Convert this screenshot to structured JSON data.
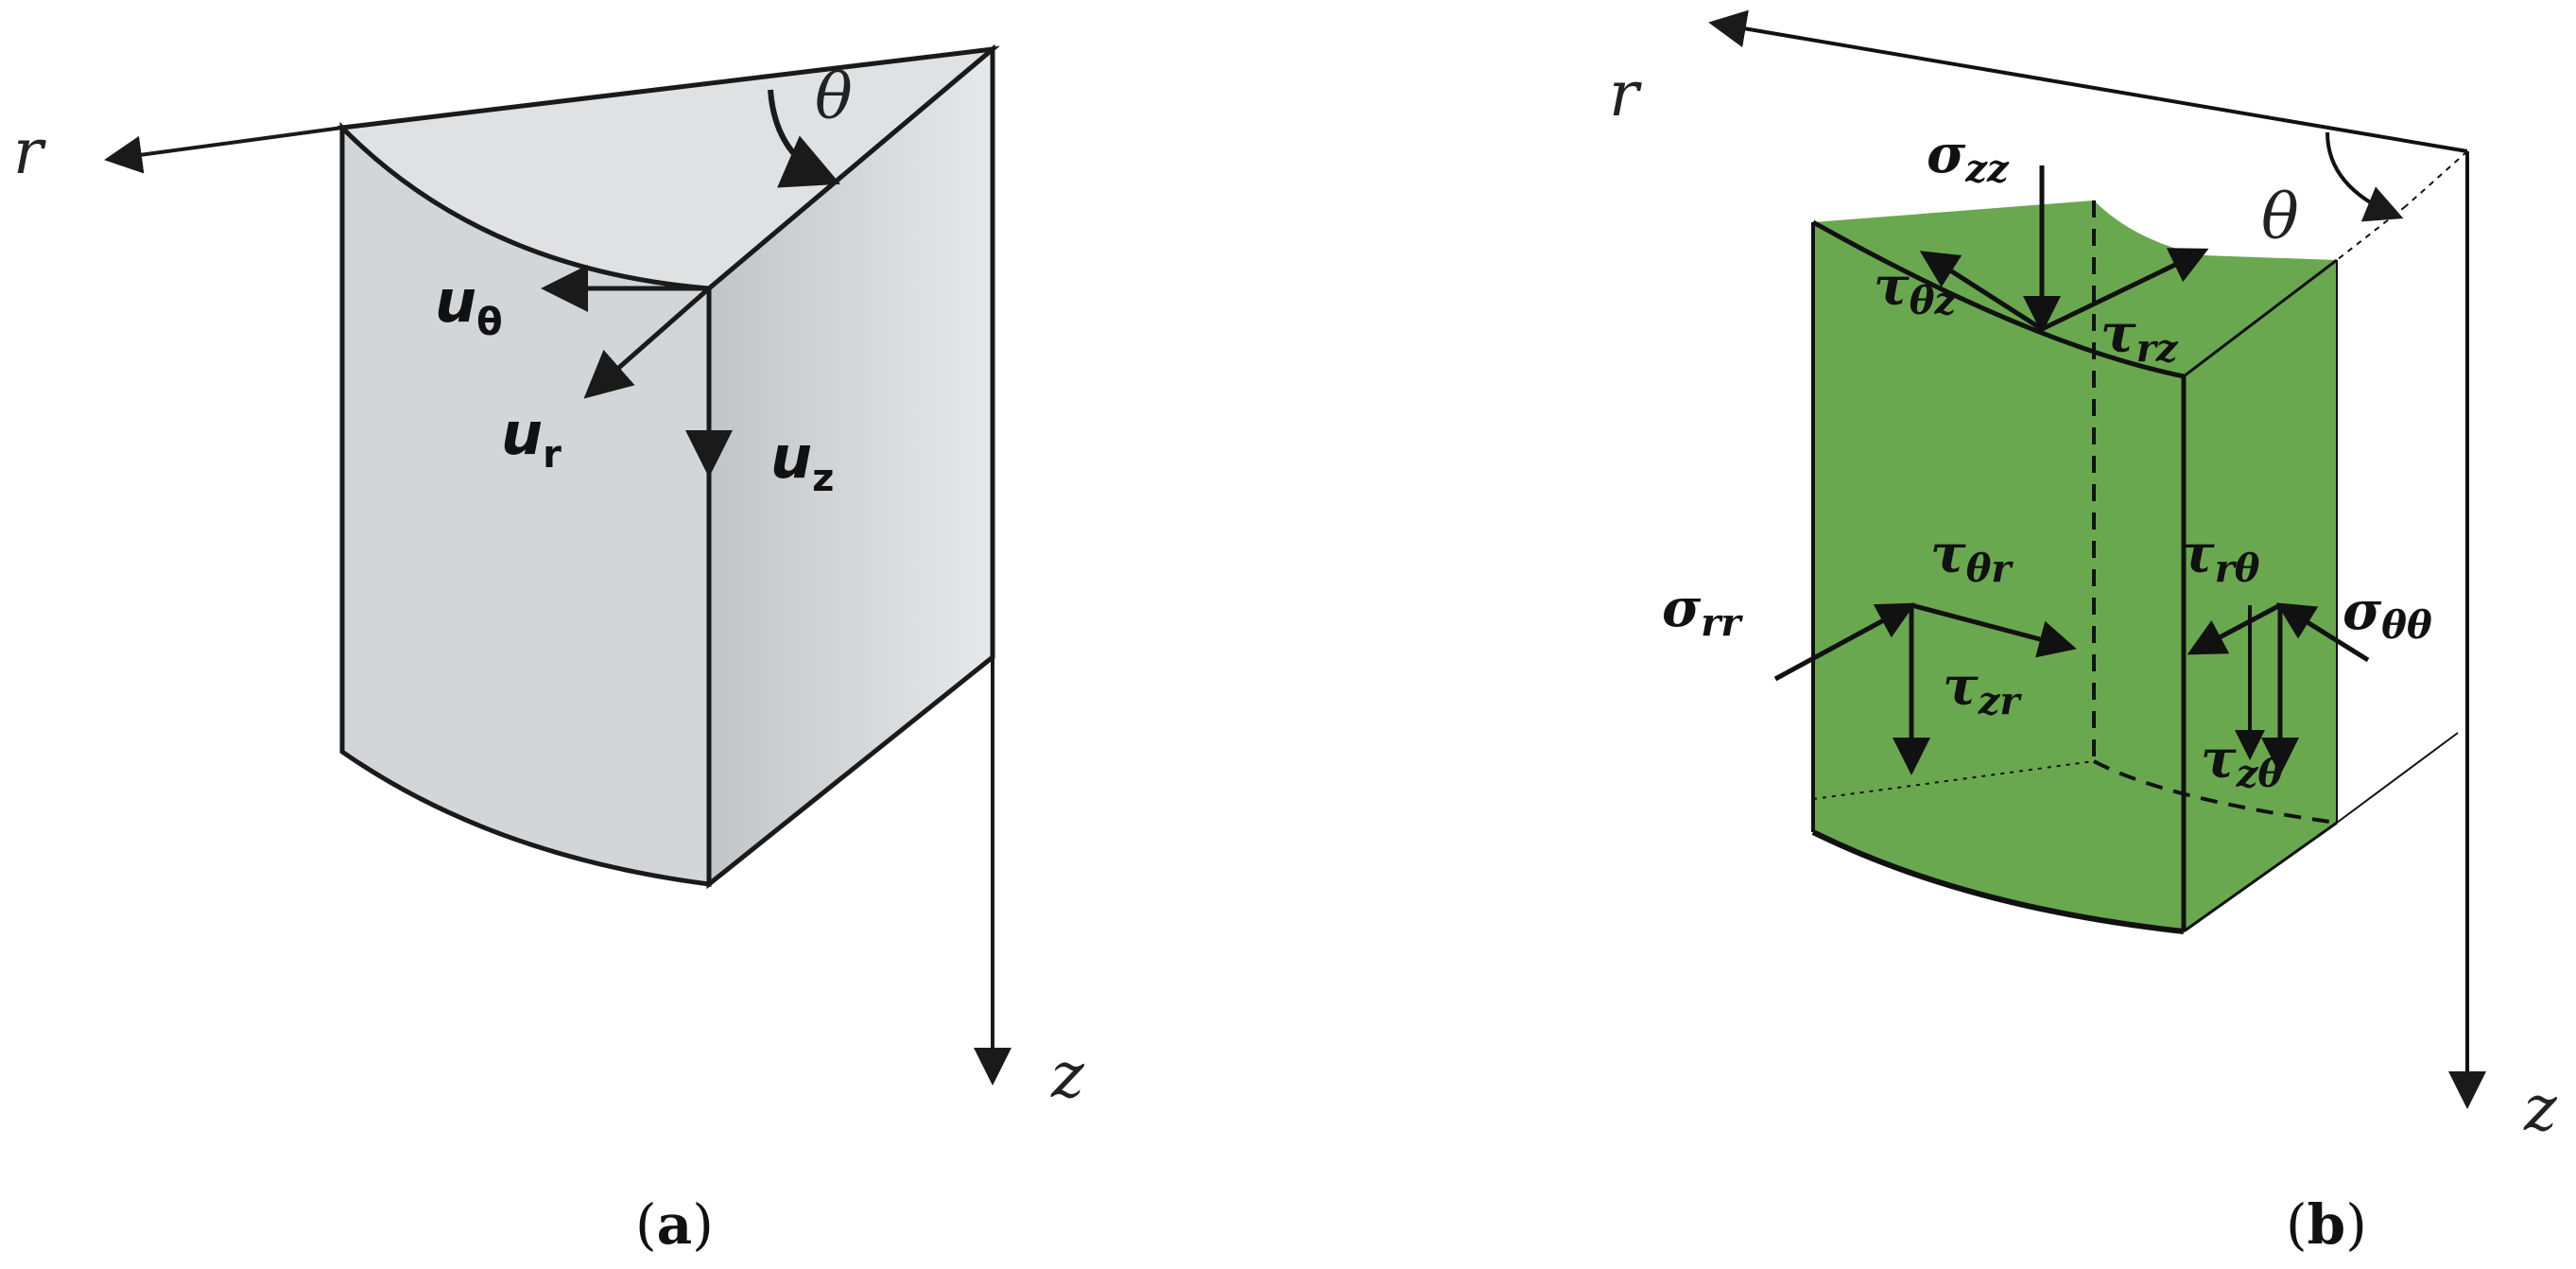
{
  "panel_a": {
    "caption_open": "(",
    "caption_letter": "a",
    "caption_close": ")",
    "axis_r": "r",
    "axis_z": "z",
    "angle": "θ",
    "disp_theta": "u",
    "disp_theta_sub": "θ",
    "disp_r": "u",
    "disp_r_sub": "r",
    "disp_z": "u",
    "disp_z_sub": "z",
    "colors": {
      "face": "#d3d6d8",
      "edge": "#1a1a1a"
    }
  },
  "panel_b": {
    "caption_open": "(",
    "caption_letter": "b",
    "caption_close": ")",
    "axis_r": "r",
    "axis_z": "z",
    "angle": "θ",
    "sigma_zz": "σ",
    "sigma_zz_sub": "zz",
    "tau_thetaz": "τ",
    "tau_thetaz_sub": "θz",
    "tau_rz": "τ",
    "tau_rz_sub": "rz",
    "sigma_rr": "σ",
    "sigma_rr_sub": "rr",
    "tau_thetar": "τ",
    "tau_thetar_sub": "θr",
    "tau_zr": "τ",
    "tau_zr_sub": "zr",
    "tau_rtheta": "τ",
    "tau_rtheta_sub": "rθ",
    "sigma_thetatheta": "σ",
    "sigma_thetatheta_sub": "θθ",
    "tau_ztheta": "τ",
    "tau_ztheta_sub": "zθ",
    "colors": {
      "face": "#6aa84f",
      "edge": "#111111"
    }
  }
}
